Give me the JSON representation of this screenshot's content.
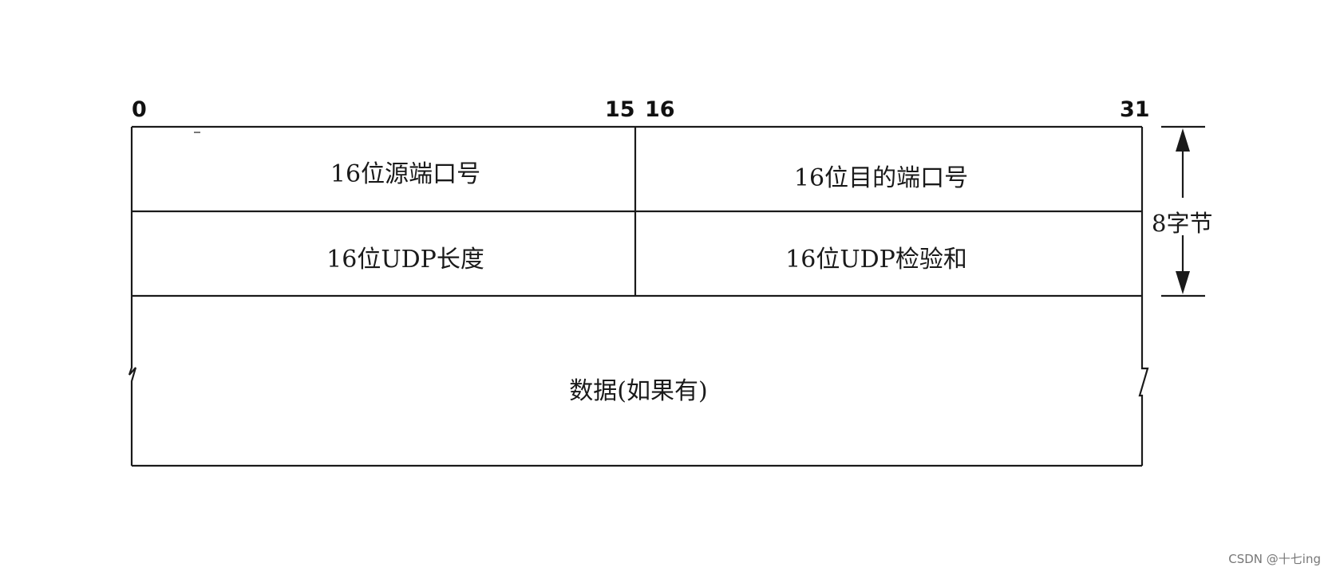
{
  "bits": {
    "start": "0",
    "mid_end": "15",
    "mid_start": "16",
    "end": "31"
  },
  "fields": {
    "src_port": "16位源端口号",
    "dst_port": "16位目的端口号",
    "udp_length": "16位UDP长度",
    "udp_checksum": "16位UDP检验和",
    "data": "数据(如果有)"
  },
  "header_size": "8字节",
  "watermark": "CSDN @十七ing"
}
